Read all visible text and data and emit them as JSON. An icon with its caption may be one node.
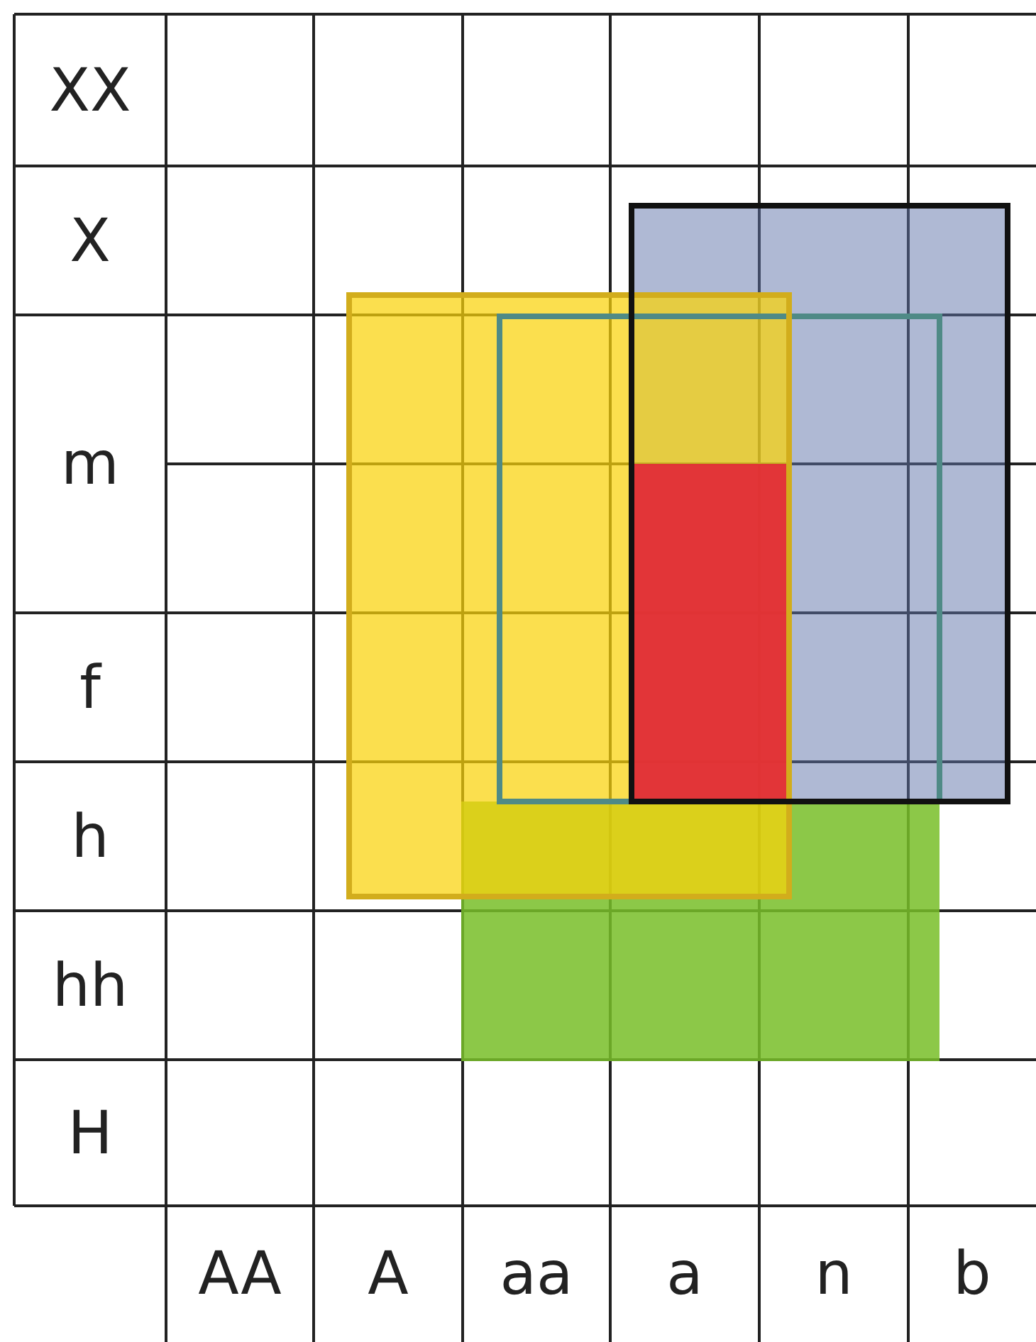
{
  "diagram": {
    "labels": [
      "XX",
      "X",
      "m",
      "f",
      "h",
      "hh",
      "H",
      "AA",
      "A",
      "aa",
      "a",
      "n",
      "b"
    ]
  }
}
